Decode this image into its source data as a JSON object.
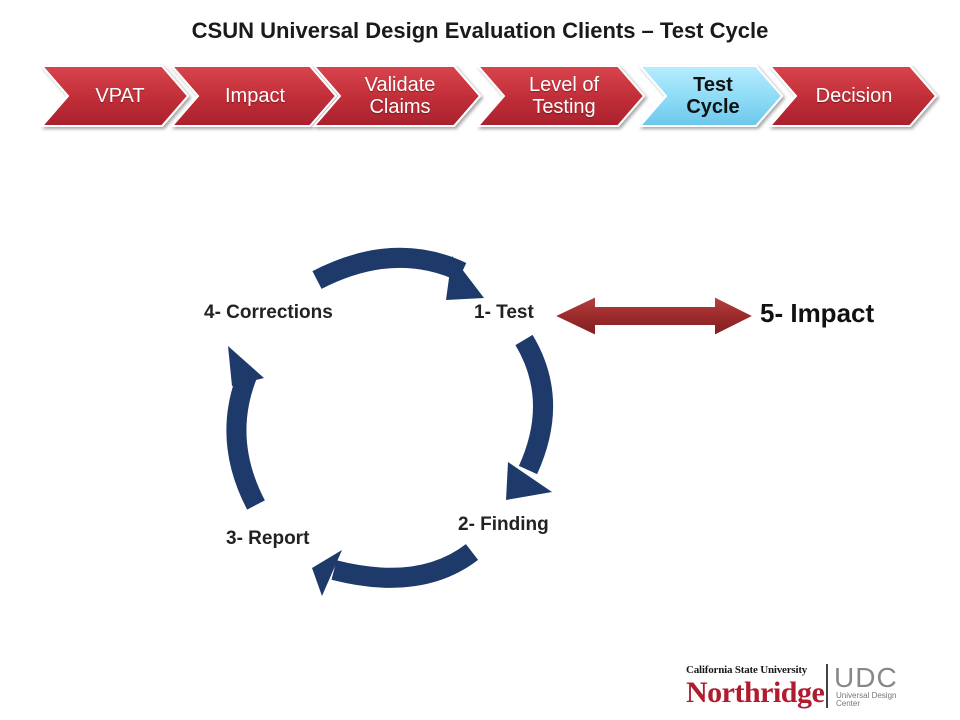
{
  "title": "CSUN Universal Design Evaluation Clients – Test Cycle",
  "colors": {
    "chevron_red": "#c8333d",
    "chevron_active": "#8fdcf7",
    "cycle_navy": "#1e3a6b",
    "arrow_red": "#a83232"
  },
  "process_steps": [
    {
      "label": "VPAT",
      "active": false
    },
    {
      "label": "Impact",
      "active": false
    },
    {
      "label": "Validate Claims",
      "active": false
    },
    {
      "label": "Level of Testing",
      "active": false
    },
    {
      "label": "Test Cycle",
      "active": true
    },
    {
      "label": "Decision",
      "active": false
    }
  ],
  "cycle": {
    "step1": "1- Test",
    "step2": "2- Finding",
    "step3": "3- Report",
    "step4": "4- Corrections",
    "step5": "5- Impact"
  },
  "logo": {
    "university_top": "California State University",
    "university_main": "Northridge",
    "center_abbr": "UDC",
    "center_name": "Universal Design Center"
  }
}
